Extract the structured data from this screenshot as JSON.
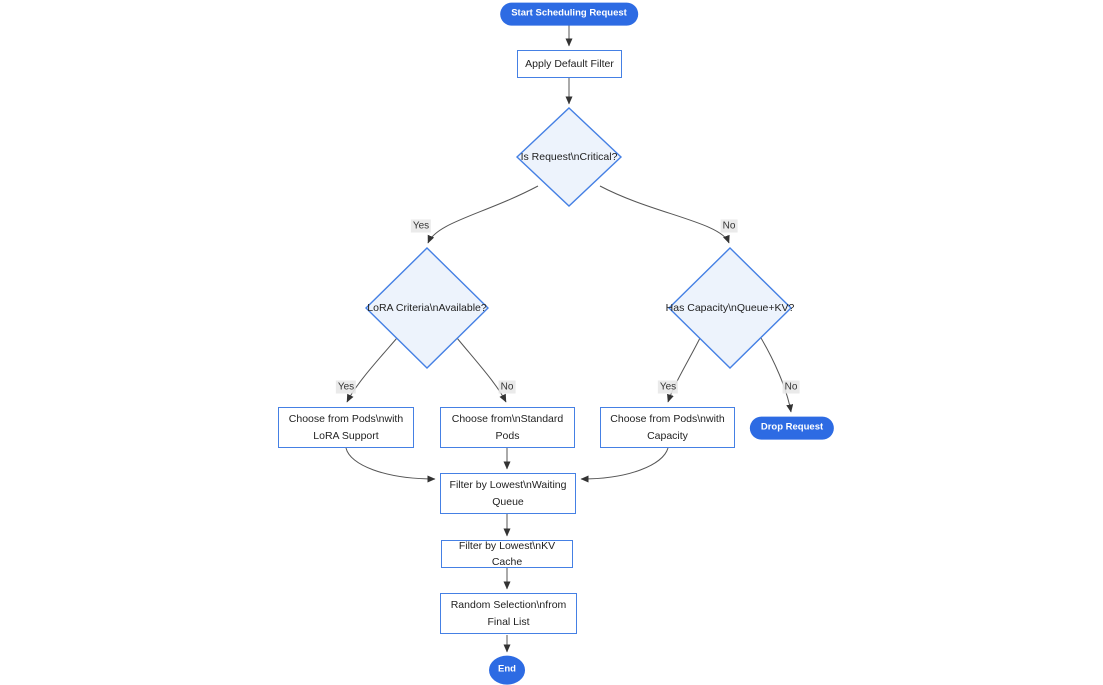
{
  "diagram": {
    "type": "flowchart-top-down",
    "nodes": {
      "start": "Start Scheduling Request",
      "apply_default_filter": "Apply Default Filter",
      "is_request_critical": "Is Request\\nCritical?",
      "lora_criteria_available": "LoRA Criteria\\nAvailable?",
      "has_capacity_queue_kv": "Has Capacity\\nQueue+KV?",
      "choose_pods_lora": "Choose from Pods\\nwith LoRA Support",
      "choose_standard_pods": "Choose from\\nStandard Pods",
      "choose_pods_capacity": "Choose from Pods\\nwith Capacity",
      "drop_request": "Drop Request",
      "filter_waiting_queue": "Filter by Lowest\\nWaiting Queue",
      "filter_kv_cache": "Filter by Lowest\\nKV Cache",
      "random_selection": "Random Selection\\nfrom Final List",
      "end": "End"
    },
    "edges": [
      {
        "from": "start",
        "to": "apply_default_filter",
        "label": ""
      },
      {
        "from": "apply_default_filter",
        "to": "is_request_critical",
        "label": ""
      },
      {
        "from": "is_request_critical",
        "to": "lora_criteria_available",
        "label": "Yes"
      },
      {
        "from": "is_request_critical",
        "to": "has_capacity_queue_kv",
        "label": "No"
      },
      {
        "from": "lora_criteria_available",
        "to": "choose_pods_lora",
        "label": "Yes"
      },
      {
        "from": "lora_criteria_available",
        "to": "choose_standard_pods",
        "label": "No"
      },
      {
        "from": "has_capacity_queue_kv",
        "to": "choose_pods_capacity",
        "label": "Yes"
      },
      {
        "from": "has_capacity_queue_kv",
        "to": "drop_request",
        "label": "No"
      },
      {
        "from": "choose_pods_lora",
        "to": "filter_waiting_queue",
        "label": ""
      },
      {
        "from": "choose_standard_pods",
        "to": "filter_waiting_queue",
        "label": ""
      },
      {
        "from": "choose_pods_capacity",
        "to": "filter_waiting_queue",
        "label": ""
      },
      {
        "from": "filter_waiting_queue",
        "to": "filter_kv_cache",
        "label": ""
      },
      {
        "from": "filter_kv_cache",
        "to": "random_selection",
        "label": ""
      },
      {
        "from": "random_selection",
        "to": "end",
        "label": ""
      }
    ],
    "colors": {
      "pill_fill": "#2D6BE3",
      "node_border": "#4580E4",
      "diamond_fill": "#EDF3FC",
      "edge_line": "#555555",
      "edge_label_bg": "#E8E8E8",
      "text": "#222222",
      "pill_text": "#FFFFFF"
    }
  }
}
